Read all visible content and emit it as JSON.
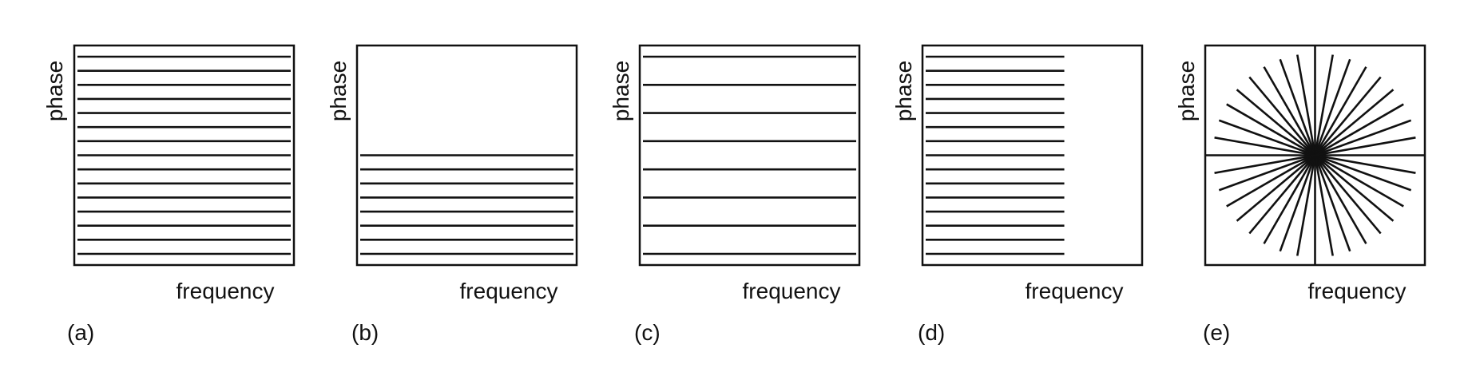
{
  "panels": [
    {
      "id": "a",
      "caption": "(a)",
      "x_label": "frequency",
      "y_label": "phase",
      "pattern": "horizontal",
      "line_count": 15,
      "phase_range": [
        0.0,
        1.0
      ],
      "freq_range": [
        0.0,
        1.0
      ]
    },
    {
      "id": "b",
      "caption": "(b)",
      "x_label": "frequency",
      "y_label": "phase",
      "pattern": "horizontal",
      "line_count": 8,
      "phase_range": [
        0.0,
        0.5
      ],
      "freq_range": [
        0.0,
        1.0
      ]
    },
    {
      "id": "c",
      "caption": "(c)",
      "x_label": "frequency",
      "y_label": "phase",
      "pattern": "horizontal",
      "line_count": 8,
      "phase_range": [
        0.0,
        1.0
      ],
      "freq_range": [
        0.0,
        1.0
      ]
    },
    {
      "id": "d",
      "caption": "(d)",
      "x_label": "frequency",
      "y_label": "phase",
      "pattern": "horizontal",
      "line_count": 15,
      "phase_range": [
        0.0,
        1.0
      ],
      "freq_range": [
        0.0,
        0.65
      ]
    },
    {
      "id": "e",
      "caption": "(e)",
      "x_label": "frequency",
      "y_label": "phase",
      "pattern": "radial",
      "line_count": 18,
      "center": [
        0.5,
        0.5
      ]
    }
  ]
}
